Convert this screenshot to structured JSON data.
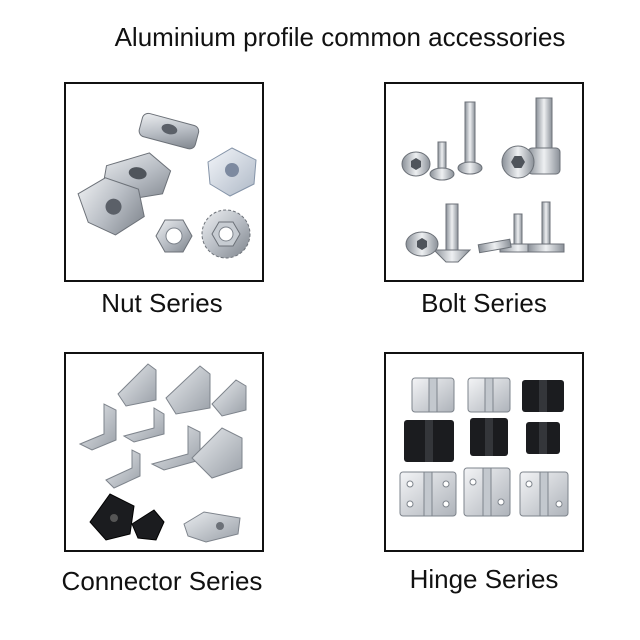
{
  "page": {
    "title": "Aluminium profile common accessories"
  },
  "panels": [
    {
      "caption": "Nut Series",
      "icon": "nut-parts"
    },
    {
      "caption": "Bolt Series",
      "icon": "bolt-parts"
    },
    {
      "caption": "Connector Series",
      "icon": "connector-parts"
    },
    {
      "caption": "Hinge Series",
      "icon": "hinge-parts"
    }
  ],
  "colors": {
    "border": "#111111",
    "metal_light": "#d9dde2",
    "metal_mid": "#b3b8bf",
    "metal_dark": "#7e848c",
    "black_part": "#1b1c1f"
  }
}
